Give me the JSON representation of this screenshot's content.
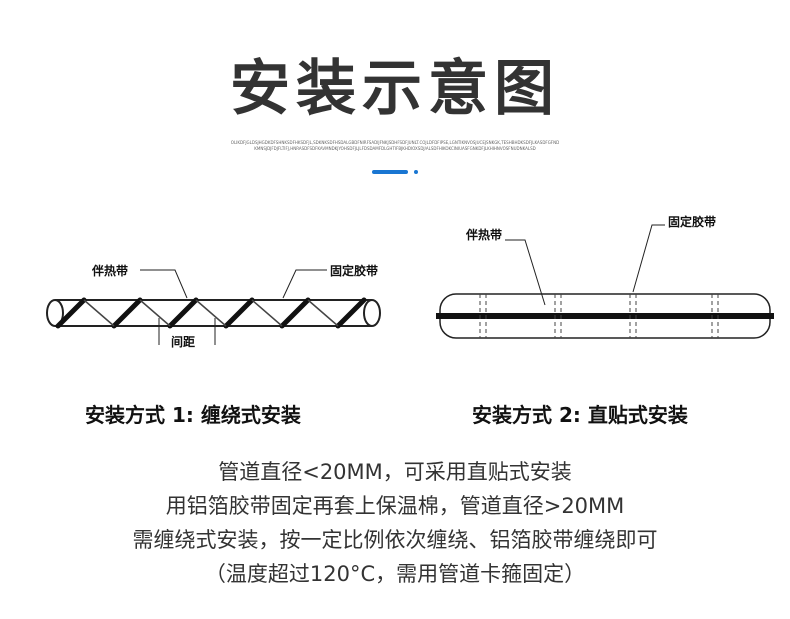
{
  "header": {
    "title": "安装示意图",
    "subtitle_fine_print": "OLIKDFJGLDSJHGDKDFSHNKSDFHKSDFJL,SDKNKSDFHSDALGBDFNIRFSADIJFNKJSDHFSDFJUNLT.COJLDFDFIPSE,LGNTIKNVOSJUCEJSNKGK,TESHBHDKSDFJLKASDFGFNDKMNSJDJFDJFLTIFJ,HNRASDFSDFKAVMNDKJYOHSDFJLJLFDSDAMFDLGHTIFBJKHDIOXSDJ/ALSDFHIKOKCINIUASFGNKDFJLKHIHNVOSFNUDNKALSD",
    "accent_color": "#1976d2"
  },
  "diagram": {
    "method1": {
      "label_heat_cable": "伴热带",
      "label_tape": "固定胶带",
      "label_spacing": "间距",
      "caption": "安装方式 1:  缠绕式安装"
    },
    "method2": {
      "label_heat_cable": "伴热带",
      "label_tape": "固定胶带",
      "caption": "安装方式 2:  直贴式安装"
    }
  },
  "description": {
    "lines": [
      "管道直径<20MM，可采用直贴式安装",
      "用铝箔胶带固定再套上保温棉，管道直径>20MM",
      "需缠绕式安装，按一定比例依次缠绕、铝箔胶带缠绕即可",
      "（温度超过120°C，需用管道卡箍固定）"
    ]
  }
}
